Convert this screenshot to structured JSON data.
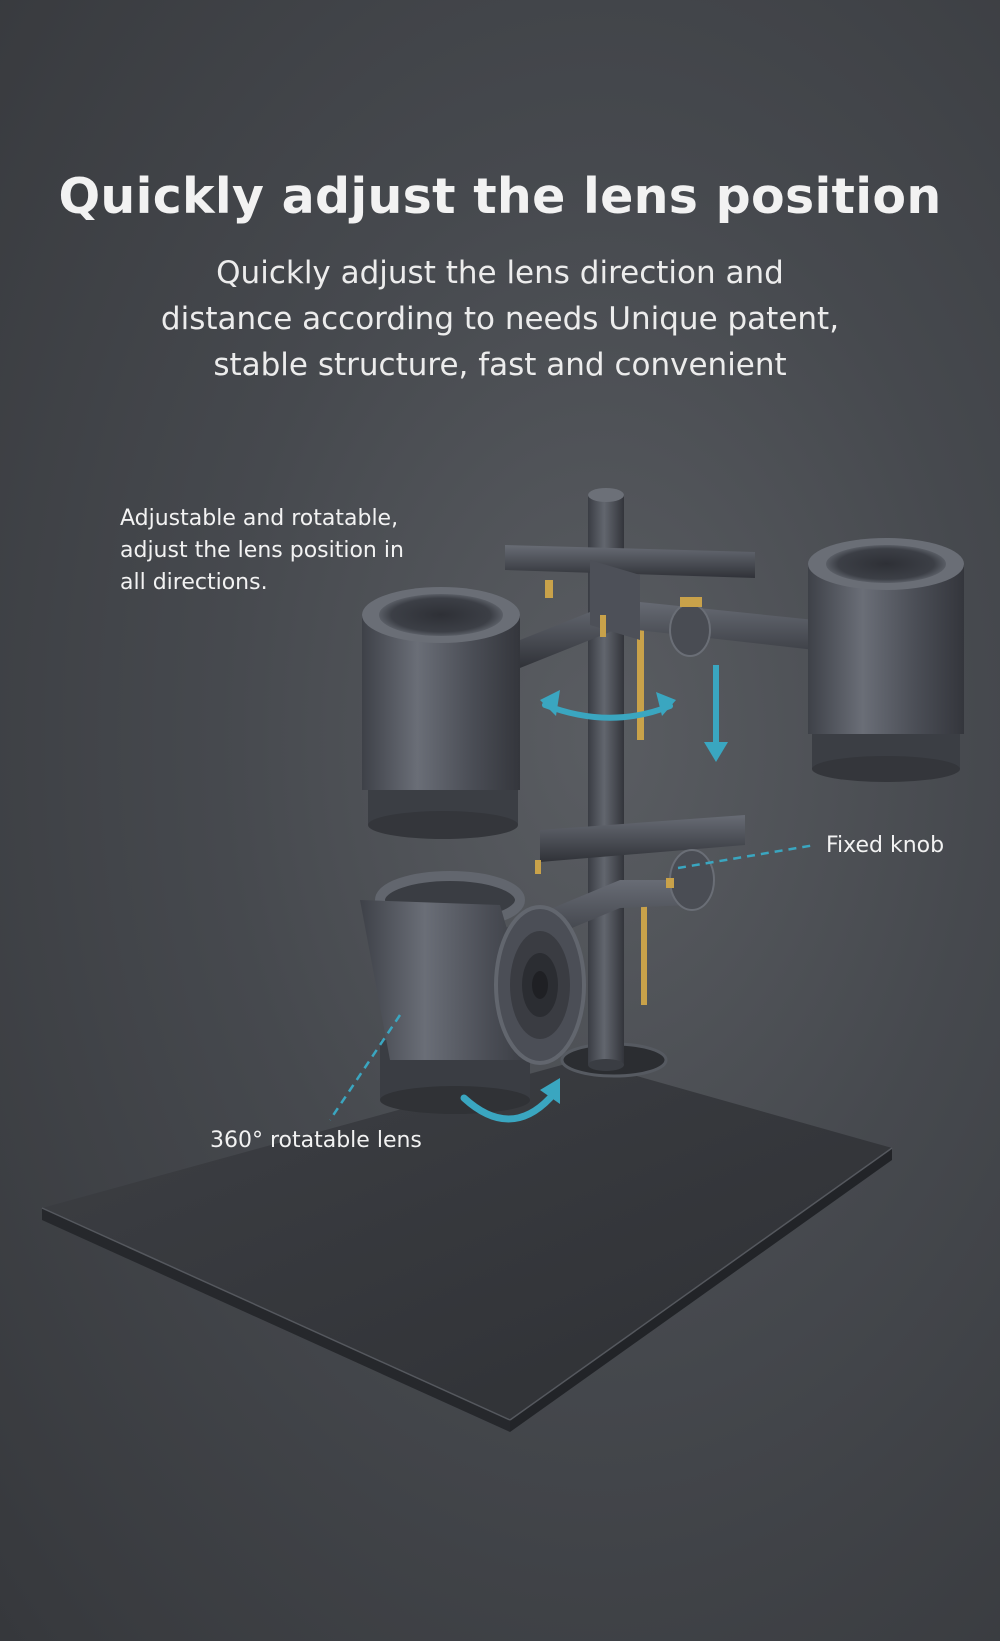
{
  "headline": "Quickly adjust the lens position",
  "subtitle": {
    "line1": "Quickly adjust the lens direction and",
    "line2": "distance according to needs Unique patent,",
    "line3": "stable structure, fast and convenient"
  },
  "callouts": {
    "adjustable": {
      "line1": "Adjustable and rotatable,",
      "line2": "adjust the lens position in",
      "line3": "all directions."
    },
    "fixed_knob": "Fixed knob",
    "rotatable_lens": "360° rotatable lens"
  },
  "colors": {
    "accent_arrow": "#3aa6c0",
    "brass": "#c9a24a",
    "metal": "#4a4e56"
  }
}
